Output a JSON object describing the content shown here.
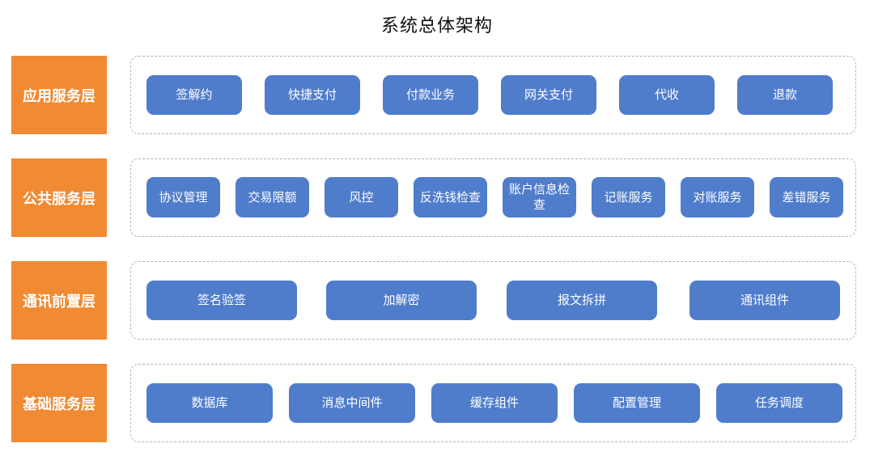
{
  "title": "系统总体架构",
  "colors": {
    "layer_label_bg": "#f08a33",
    "module_bg": "#4f7dcc",
    "dashed_border": "#b5b5b5"
  },
  "layers": [
    {
      "label": "应用服务层",
      "modules": [
        "签解约",
        "快捷支付",
        "付款业务",
        "网关支付",
        "代收",
        "退款"
      ]
    },
    {
      "label": "公共服务层",
      "modules": [
        "协议管理",
        "交易限额",
        "风控",
        "反洗钱检查",
        "账户信息检查",
        "记账服务",
        "对账服务",
        "差错服务"
      ]
    },
    {
      "label": "通讯前置层",
      "modules": [
        "签名验签",
        "加解密",
        "报文拆拼",
        "通讯组件"
      ]
    },
    {
      "label": "基础服务层",
      "modules": [
        "数据库",
        "消息中间件",
        "缓存组件",
        "配置管理",
        "任务调度"
      ]
    }
  ]
}
